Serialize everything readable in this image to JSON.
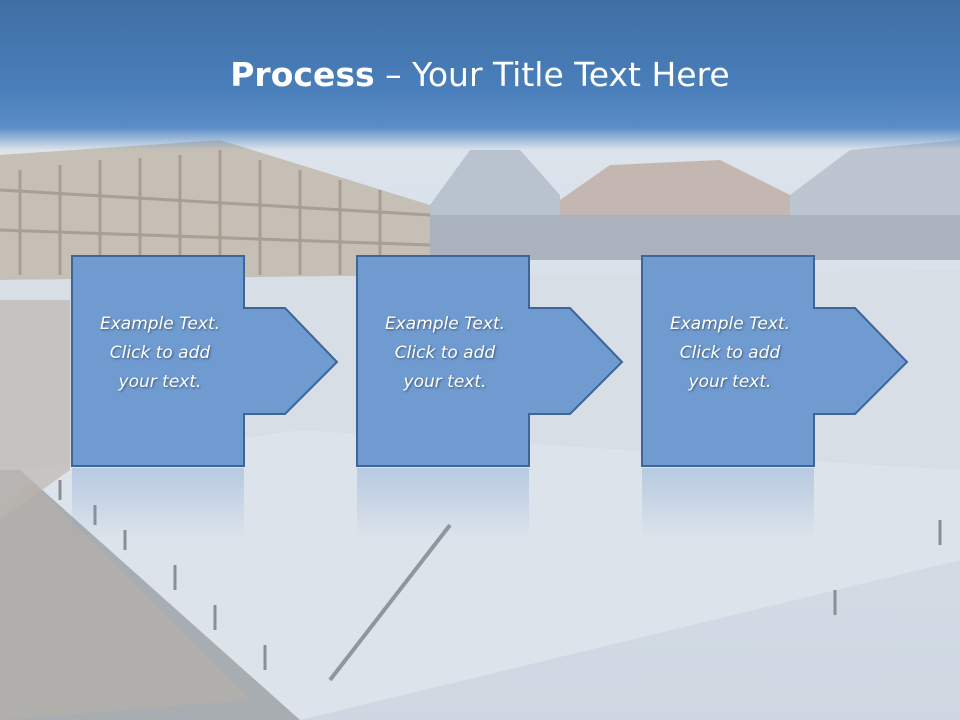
{
  "slide": {
    "title_bold": "Process",
    "title_rest": " – Your Title Text Here"
  },
  "steps": [
    {
      "lines": [
        "Example Text.",
        "Click  to add",
        "your text."
      ]
    },
    {
      "lines": [
        "Example Text.",
        "Click  to add",
        "your text."
      ]
    },
    {
      "lines": [
        "Example Text.",
        "Click  to add",
        "your text."
      ]
    }
  ],
  "colors": {
    "header": "#4a7fbb",
    "box_fill": "#6f9bd1",
    "box_stroke": "#3d6597",
    "text": "#ffffff"
  },
  "icons": [
    "arrow-right-icon"
  ]
}
